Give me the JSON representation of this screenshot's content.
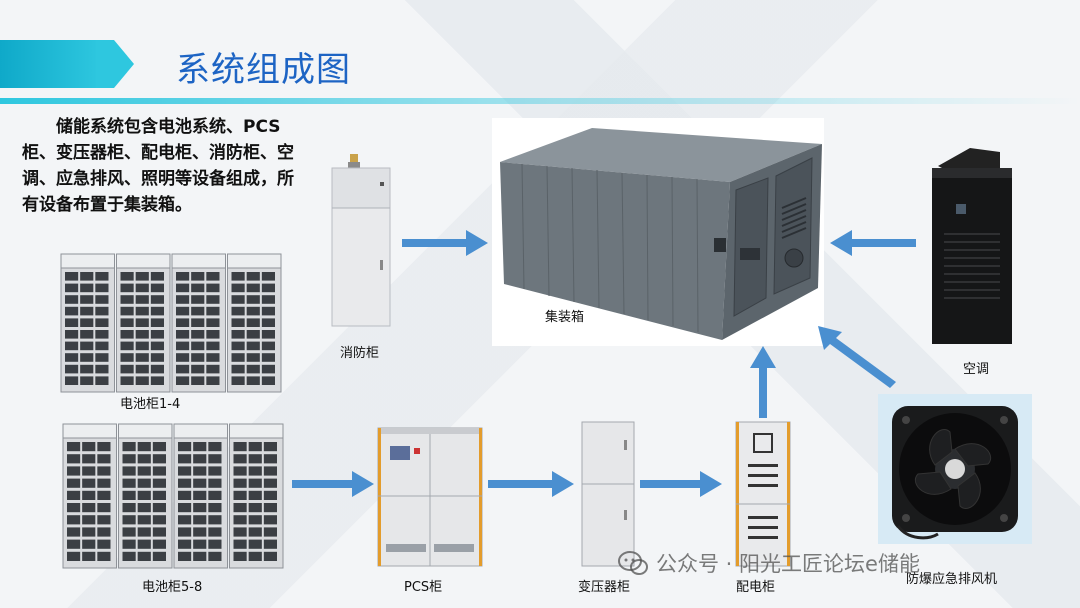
{
  "title": "系统组成图",
  "intro": "储能系统包含电池系统、PCS柜、变压器柜、配电柜、消防柜、空调、应急排风、照明等设备组成，所有设备布置于集装箱。",
  "labels": {
    "fire_cabinet": "消防柜",
    "container": "集装箱",
    "air_conditioner": "空调",
    "battery_1_4": "电池柜1-4",
    "battery_5_8": "电池柜5-8",
    "pcs": "PCS柜",
    "transformer": "变压器柜",
    "distribution": "配电柜",
    "exhaust_fan": "防爆应急排风机"
  },
  "watermark": "公众号 · 阳光工匠论坛e储能",
  "colors": {
    "accent": "#2ec7df",
    "title": "#1d64c4",
    "arrow": "#4a8fd0"
  }
}
